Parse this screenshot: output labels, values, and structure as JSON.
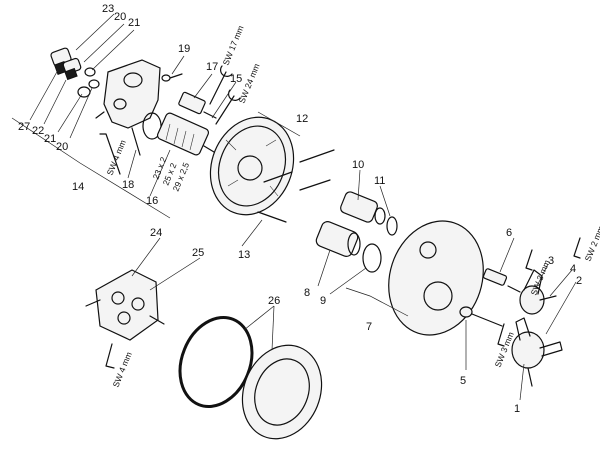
{
  "callouts": {
    "c1": "1",
    "c2": "2",
    "c3": "3",
    "c4": "4",
    "c5": "5",
    "c6": "6",
    "c7": "7",
    "c8": "8",
    "c9": "9",
    "c10": "10",
    "c11": "11",
    "c12": "12",
    "c13": "13",
    "c14": "14",
    "c15": "15",
    "c16": "16",
    "c17": "17",
    "c18": "18",
    "c19": "19",
    "c20a": "20",
    "c20b": "20",
    "c21a": "21",
    "c21b": "21",
    "c22": "22",
    "c23": "23",
    "c24": "24",
    "c25": "25",
    "c26": "26",
    "c27": "27"
  },
  "tool_labels": {
    "sw17": "SW 17 mm",
    "sw24": "SW 24 mm",
    "sw4a": "SW 4 mm",
    "sw4b": "SW 4 mm",
    "sw3a": "SW 3 mm",
    "sw3b": "SW 3 mm",
    "sw2": "SW 2 mm"
  },
  "oring_sizes": {
    "s1": "23 x 2",
    "s2": "25 x 2",
    "s3": "29 x 2,5"
  }
}
